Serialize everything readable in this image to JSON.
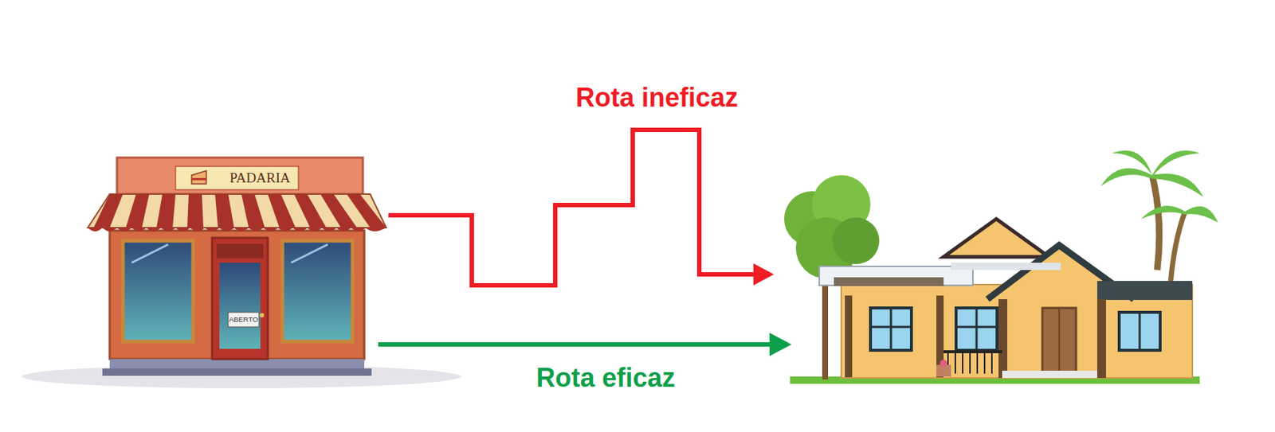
{
  "diagram": {
    "labels": [
      "PADARIA",
      "ABERTO",
      "Rota ineficaz",
      "Rota eficaz"
    ]
  }
}
